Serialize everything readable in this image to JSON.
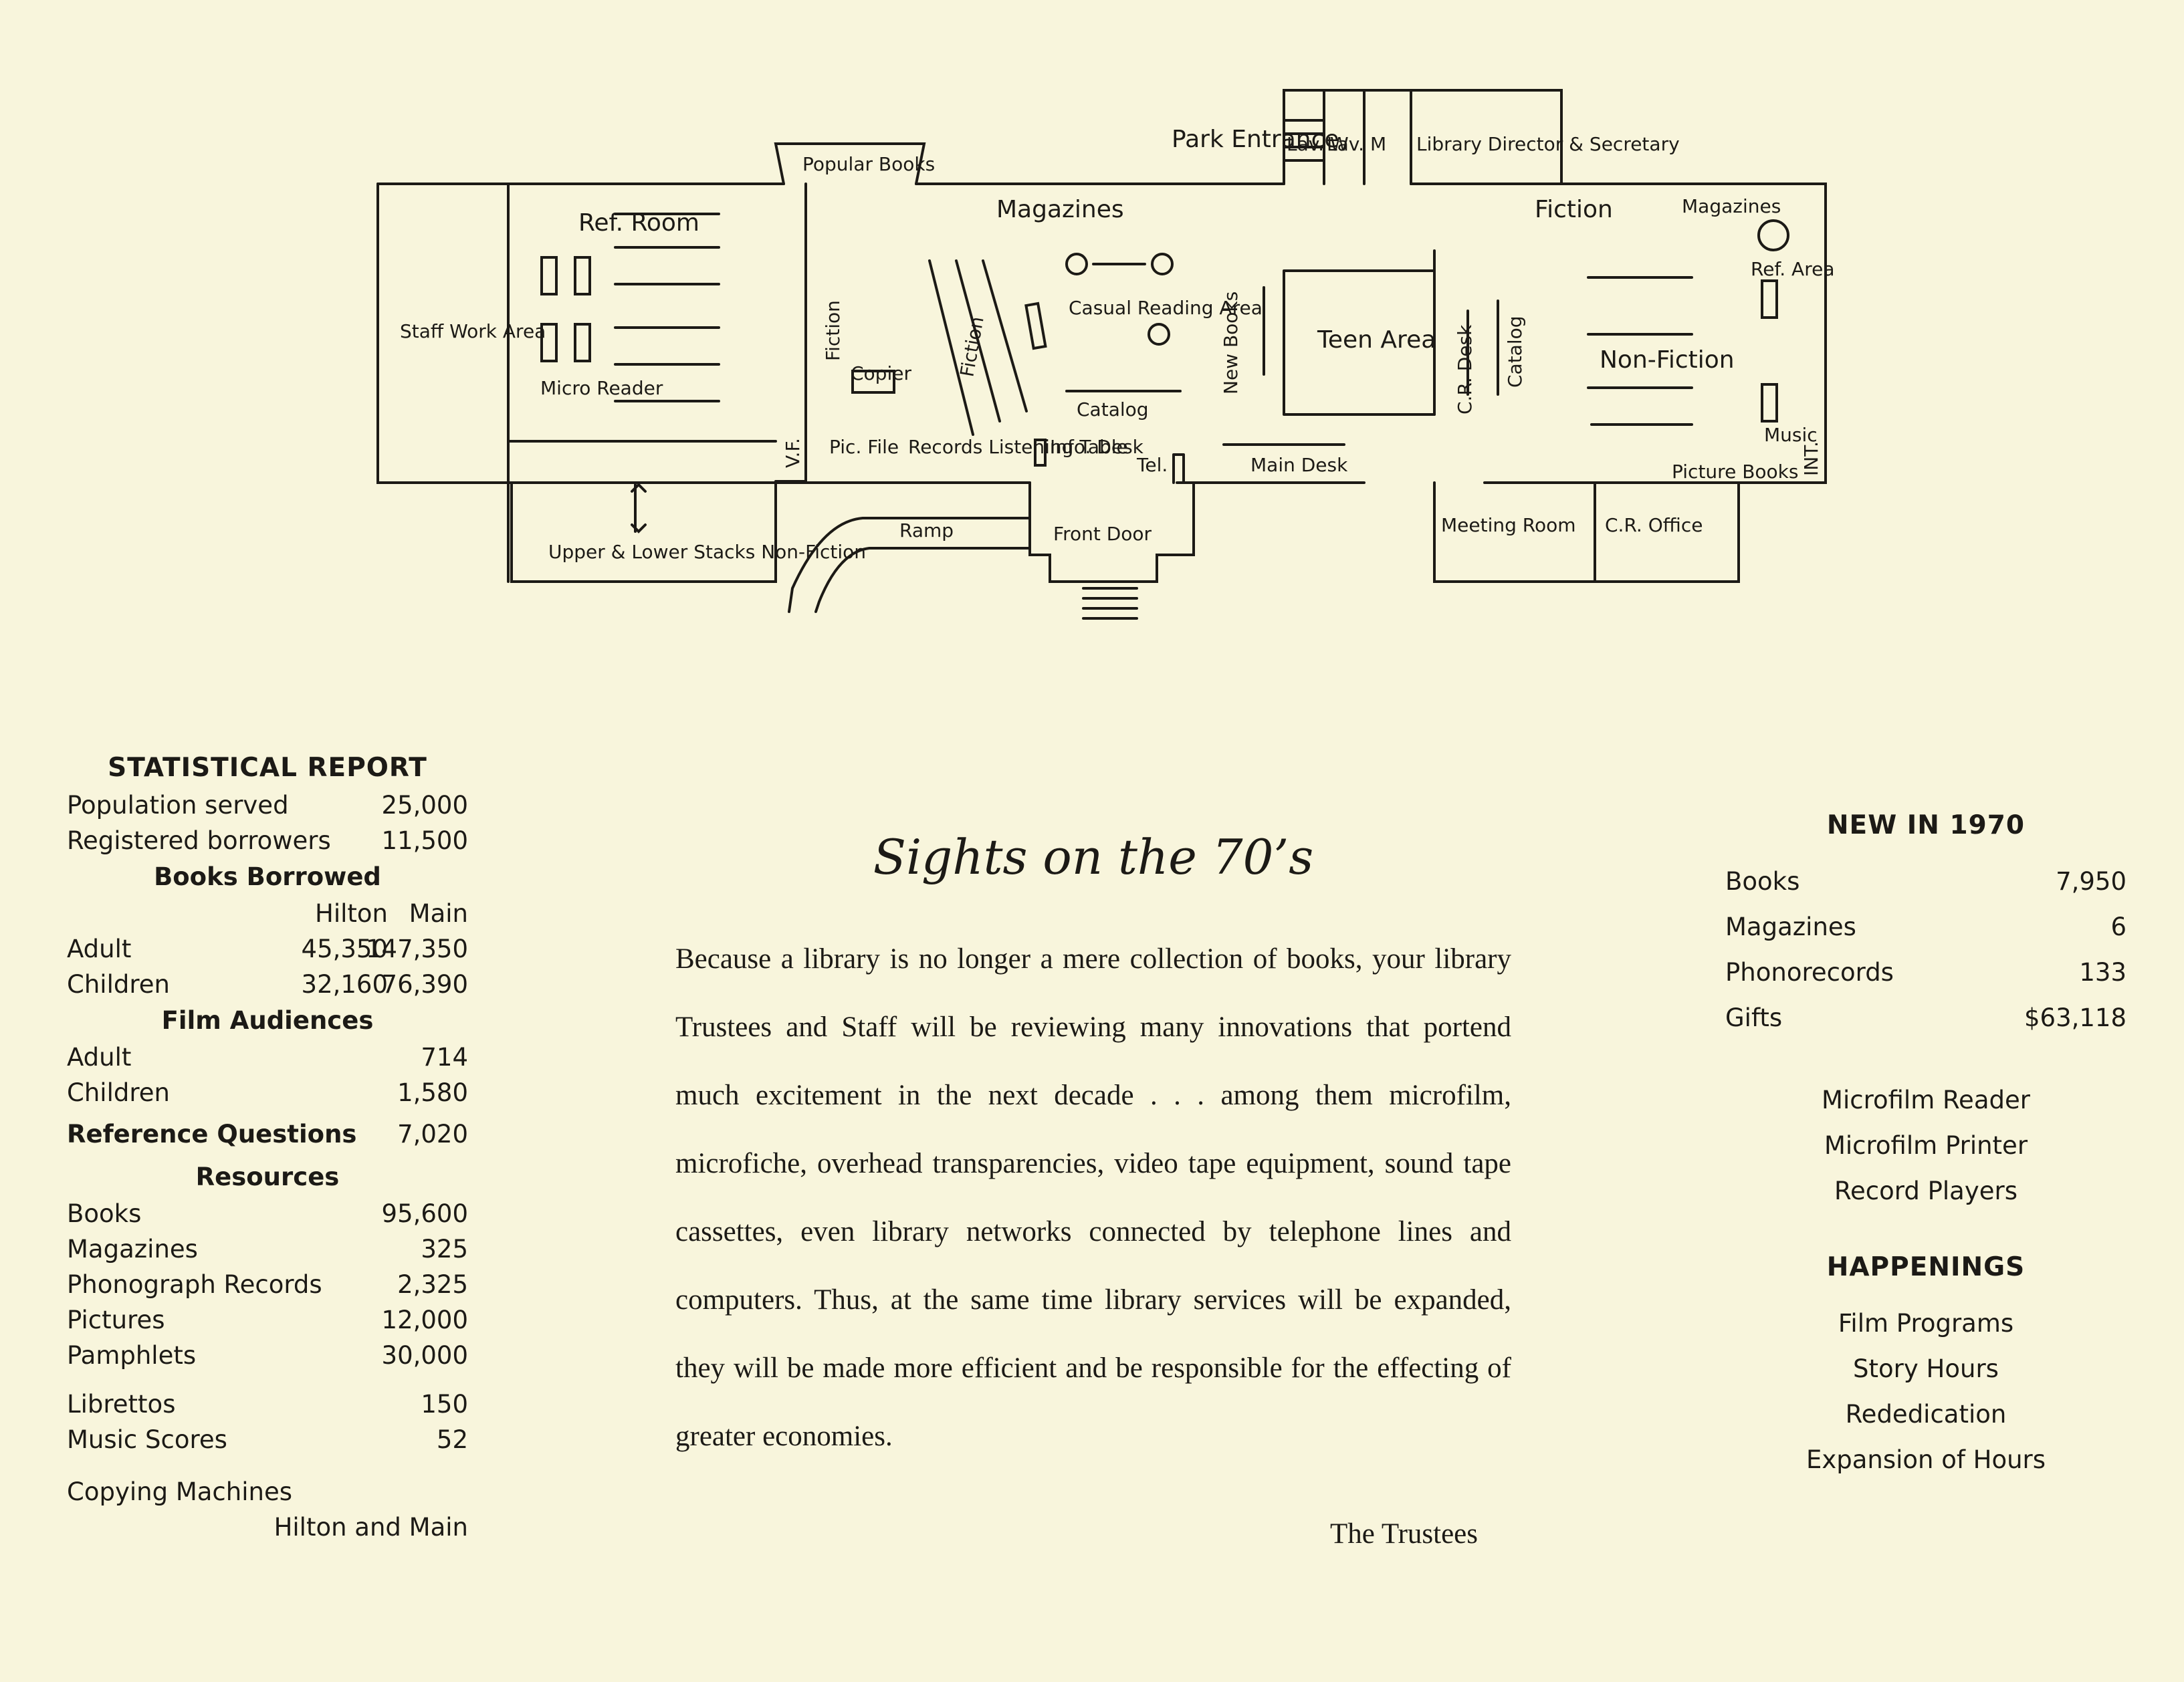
{
  "floor_plan": {
    "labels": {
      "popular_books": "Popular Books",
      "park_entrance": "Park Entrance",
      "lav_w": "Lav. W",
      "lav_m": "Lav. M",
      "director": "Library Director & Secretary",
      "ref_room": "Ref. Room",
      "magazines_mid": "Magazines",
      "fiction_right": "Fiction",
      "magazines_right": "Magazines",
      "ref_area": "Ref. Area",
      "staff_area": "Staff Work Area",
      "micro_reader": "Micro Reader",
      "fiction_a": "Fiction",
      "fiction_b": "Fiction",
      "copier": "Copier",
      "casual_reading": "Casual Reading Area",
      "new_books": "New Books",
      "teen_area": "Teen Area",
      "cr_desk": "C.R. Desk",
      "catalog_right": "Catalog",
      "non_fiction": "Non-Fiction",
      "catalog_mid": "Catalog",
      "vf_left": "V.F.",
      "pic_file": "Pic. File",
      "records": "Records Listening Table",
      "info_desk": "Info. Desk",
      "tel": "Tel.",
      "main_desk": "Main Desk",
      "music": "Music",
      "int": "INT.",
      "picture_books": "Picture Books",
      "stacks": "Upper & Lower Stacks Non-Fiction",
      "ramp": "Ramp",
      "front_door": "Front Door",
      "meeting_room": "Meeting Room",
      "cr_office": "C.R. Office"
    }
  },
  "statistical_report": {
    "title": "STATISTICAL REPORT",
    "population_label": "Population served",
    "population_value": "25,000",
    "borrowers_label": "Registered borrowers",
    "borrowers_value": "11,500",
    "books_borrowed_heading": "Books Borrowed",
    "col_hilton": "Hilton",
    "col_main": "Main",
    "adult_label": "Adult",
    "adult_hilton": "45,350",
    "adult_main": "147,350",
    "children_label": "Children",
    "children_hilton": "32,160",
    "children_main": "76,390",
    "film_heading": "Film Audiences",
    "film_adult_label": "Adult",
    "film_adult_value": "714",
    "film_children_label": "Children",
    "film_children_value": "1,580",
    "refq_label": "Reference Questions",
    "refq_value": "7,020",
    "resources_heading": "Resources",
    "res_books_label": "Books",
    "res_books_value": "95,600",
    "res_magazines_label": "Magazines",
    "res_magazines_value": "325",
    "res_records_label": "Phonograph Records",
    "res_records_value": "2,325",
    "res_pictures_label": "Pictures",
    "res_pictures_value": "12,000",
    "res_pamphlets_label": "Pamphlets",
    "res_pamphlets_value": "30,000",
    "res_librettos_label": "Librettos",
    "res_librettos_value": "150",
    "res_scores_label": "Music Scores",
    "res_scores_value": "52",
    "copying_label": "Copying Machines",
    "copying_value": "Hilton and Main"
  },
  "article": {
    "title": "Sights on the 70’s",
    "body": "Because a library is no longer a mere collection of books, your library Trustees and Staff will be reviewing many innovations that portend much excitement in the next decade . . . among them microfilm, microfiche, overhead transparencies, video tape equipment, sound tape cassettes, even library networks connected by telephone lines and computers. Thus, at the same time library services will be expanded, they will be made more efficient and be responsible for the effecting of greater economies.",
    "signature": "The Trustees"
  },
  "new_in_1970": {
    "title": "NEW IN 1970",
    "items": [
      {
        "label": "Books",
        "value": "7,950"
      },
      {
        "label": "Magazines",
        "value": "6"
      },
      {
        "label": "Phonorecords",
        "value": "133"
      },
      {
        "label": "Gifts",
        "value": "$63,118"
      }
    ],
    "equipment": [
      "Microfilm Reader",
      "Microfilm Printer",
      "Record Players"
    ]
  },
  "happenings": {
    "title": "HAPPENINGS",
    "items": [
      "Film Programs",
      "Story Hours",
      "Rededication",
      "Expansion of Hours"
    ]
  }
}
